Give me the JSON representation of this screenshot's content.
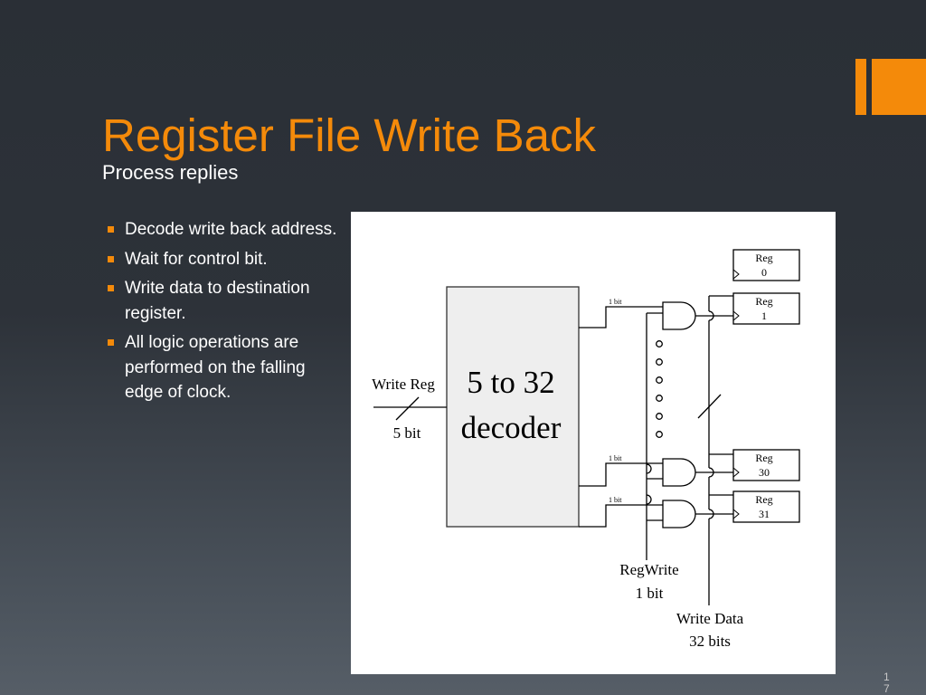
{
  "slide": {
    "title": "Register File Write Back",
    "subtitle": "Process replies",
    "bullets": [
      "Decode write back address.",
      "Wait for control bit.",
      "Write data to destination register.",
      "All logic operations are performed on the falling edge of clock."
    ],
    "page_number": "17",
    "accent_color": "#f48a0a"
  },
  "diagram": {
    "decoder_line1": "5 to 32",
    "decoder_line2": "decoder",
    "write_reg": "Write Reg",
    "write_reg_bits": "5 bit",
    "signal_bit": "1 bit",
    "regs": [
      {
        "name": "Reg",
        "num": "0"
      },
      {
        "name": "Reg",
        "num": "1"
      },
      {
        "name": "Reg",
        "num": "30"
      },
      {
        "name": "Reg",
        "num": "31"
      }
    ],
    "regwrite": "RegWrite",
    "regwrite_bits": "1 bit",
    "write_data": "Write Data",
    "write_data_bits": "32 bits"
  }
}
